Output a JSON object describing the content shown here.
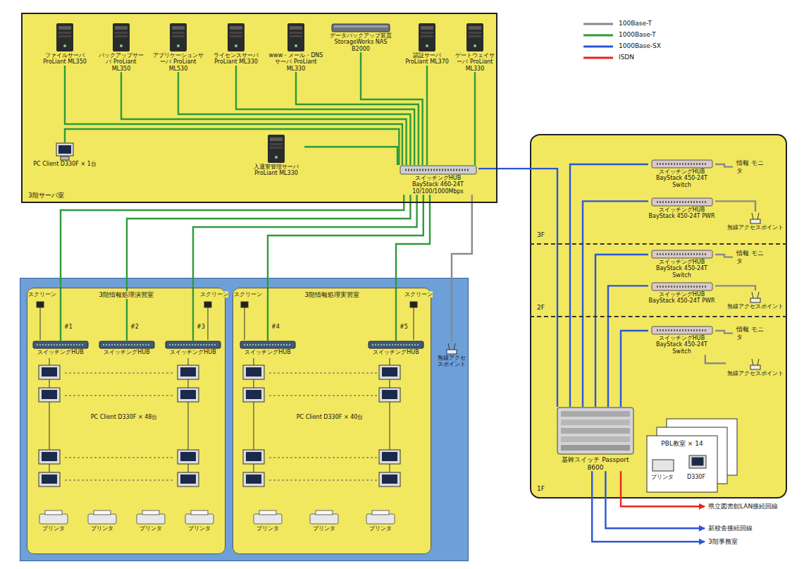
{
  "diagram": {
    "nodes": [
      {
        "text": [
          "3階サーバ室"
        ]
      },
      {
        "text": [
          "ファイルサーバ ProLiant ML350"
        ],
        "in": 0
      },
      {
        "text": [
          "バックアップサーバ ProLiant ML350"
        ],
        "in": 0
      },
      {
        "text": [
          "アプリケーションサーバ ProLiant ML530"
        ],
        "in": 0
      },
      {
        "text": [
          "ライセンスサーバ ProLiant ML330"
        ],
        "in": 0
      },
      {
        "text": [
          "www・メール・DNSサーバ ProLiant ML330"
        ],
        "in": 0
      },
      {
        "text": [
          "データバックアップ装置 StorageWorks NAS B2000"
        ],
        "in": 0
      },
      {
        "text": [
          "認証サーバ ProLiant ML370"
        ],
        "in": 0
      },
      {
        "text": [
          "ゲートウェイサーバ ProLiant ML330"
        ],
        "in": 0
      },
      {
        "text": [
          "PC Client D330F × 1台"
        ],
        "in": 0
      },
      {
        "text": [
          "入退室管理サーバ ProLiant ML330"
        ],
        "in": 0
      },
      {
        "text": [
          "スイッチングHUB",
          "BayStack 460-24T 10/100/1000Mbps"
        ],
        "in": 0
      },
      {
        "text": [
          "3階情報処理演習室"
        ]
      },
      {
        "text": [
          "スイッチングHUB"
        ],
        "in": 12
      },
      {
        "text": [
          "スイッチングHUB"
        ],
        "in": 12
      },
      {
        "text": [
          "スイッチングHUB"
        ],
        "in": 12
      },
      {
        "text": [
          "PC Client D330F × 48台"
        ],
        "in": 12
      },
      {
        "text": [
          "プリンタ"
        ],
        "in": 12
      },
      {
        "text": [
          "プリンタ"
        ],
        "in": 12
      },
      {
        "text": [
          "プリンタ"
        ],
        "in": 12
      },
      {
        "text": [
          "プリンタ"
        ],
        "in": 12
      },
      {
        "text": [
          "3階情報処理実習室"
        ]
      },
      {
        "text": [
          "スイッチングHUB"
        ],
        "in": 21
      },
      {
        "text": [
          "スイッチングHUB"
        ],
        "in": 21
      },
      {
        "text": [
          "PC Client D330F × 40台"
        ],
        "in": 21
      },
      {
        "text": [
          "プリンタ"
        ],
        "in": 21
      },
      {
        "text": [
          "プリンタ"
        ],
        "in": 21
      },
      {
        "text": [
          "プリンタ"
        ],
        "in": 21
      },
      {
        "text": [
          "無線アクセスポイント"
        ]
      },
      {
        "text": [
          "3F"
        ]
      },
      {
        "text": [
          "2F"
        ]
      },
      {
        "text": [
          "1F"
        ]
      },
      {
        "text": [
          "スイッチングHUB BayStack 450-24T Switch"
        ],
        "in": 29
      },
      {
        "text": [
          "スイッチングHUB BayStack 450-24T PWR"
        ],
        "in": 29
      },
      {
        "text": [
          "情報 モニタ"
        ],
        "in": 29
      },
      {
        "text": [
          "無線アクセスポイント"
        ],
        "in": 29
      },
      {
        "text": [
          "スイッチングHUB BayStack 450-24T Switch"
        ],
        "in": 30
      },
      {
        "text": [
          "スイッチングHUB BayStack 450-24T PWR"
        ],
        "in": 30
      },
      {
        "text": [
          "情報 モニタ"
        ],
        "in": 30
      },
      {
        "text": [
          "無線アクセスポイント"
        ],
        "in": 30
      },
      {
        "text": [
          "スイッチングHUB BayStack 450-24T Switch"
        ],
        "in": 31
      },
      {
        "text": [
          "情報 モニタ"
        ],
        "in": 31
      },
      {
        "text": [
          "無線アクセスポイント"
        ],
        "in": 31
      },
      {
        "text": [
          "基幹スイッチ Passport 8600"
        ],
        "in": 31
      },
      {
        "text": [
          "PBL教室 × 14"
        ],
        "in": 31
      },
      {
        "text": [
          "県立図書館LAN接続回線"
        ]
      },
      {
        "text": [
          "新校舎接続回線"
        ]
      },
      {
        "text": [
          "3階事務室"
        ]
      }
    ],
    "edges": [
      {
        "from": 1,
        "to": 11,
        "arrow": "none"
      },
      {
        "from": 2,
        "to": 11,
        "arrow": "none"
      },
      {
        "from": 3,
        "to": 11,
        "arrow": "none"
      },
      {
        "from": 4,
        "to": 11,
        "arrow": "none"
      },
      {
        "from": 5,
        "to": 11,
        "arrow": "none"
      },
      {
        "from": 6,
        "to": 11,
        "arrow": "none"
      },
      {
        "from": 7,
        "to": 11,
        "arrow": "none"
      },
      {
        "from": 8,
        "to": 11,
        "arrow": "none"
      },
      {
        "from": 9,
        "to": 11,
        "arrow": "none"
      },
      {
        "from": 10,
        "to": 11,
        "arrow": "none"
      },
      {
        "from": 11,
        "to": 13,
        "label": "#1",
        "arrow": "none"
      },
      {
        "from": 11,
        "to": 14,
        "label": "#2",
        "arrow": "none"
      },
      {
        "from": 11,
        "to": 15,
        "label": "#3",
        "arrow": "none"
      },
      {
        "from": 11,
        "to": 22,
        "label": "#4",
        "arrow": "none"
      },
      {
        "from": 11,
        "to": 23,
        "label": "#5",
        "arrow": "none"
      },
      {
        "from": 11,
        "to": 28,
        "arrow": "none"
      },
      {
        "from": 11,
        "to": 43,
        "arrow": "none"
      },
      {
        "from": 43,
        "to": 32,
        "arrow": "none"
      },
      {
        "from": 43,
        "to": 33,
        "arrow": "none"
      },
      {
        "from": 43,
        "to": 36,
        "arrow": "none"
      },
      {
        "from": 43,
        "to": 37,
        "arrow": "none"
      },
      {
        "from": 43,
        "to": 40,
        "arrow": "none"
      },
      {
        "from": 32,
        "to": 34,
        "arrow": "none"
      },
      {
        "from": 33,
        "to": 35,
        "arrow": "none"
      },
      {
        "from": 36,
        "to": 38,
        "arrow": "none"
      },
      {
        "from": 37,
        "to": 39,
        "arrow": "none"
      },
      {
        "from": 40,
        "to": 41,
        "arrow": "none"
      },
      {
        "from": 40,
        "to": 42,
        "arrow": "none"
      },
      {
        "from": 43,
        "to": 45,
        "arrow": "to"
      },
      {
        "from": 43,
        "to": 46,
        "arrow": "to"
      },
      {
        "from": 43,
        "to": 47,
        "arrow": "to"
      }
    ],
    "labels": [
      "スクリーン",
      "スクリーン",
      "スクリーン",
      "スクリーン",
      "プリンタ",
      "D330F"
    ],
    "legend": [
      {
        "text": "100Base-T"
      },
      {
        "text": "1000Base-T"
      },
      {
        "text": "1000Base-SX"
      },
      {
        "text": "ISDN"
      }
    ]
  }
}
